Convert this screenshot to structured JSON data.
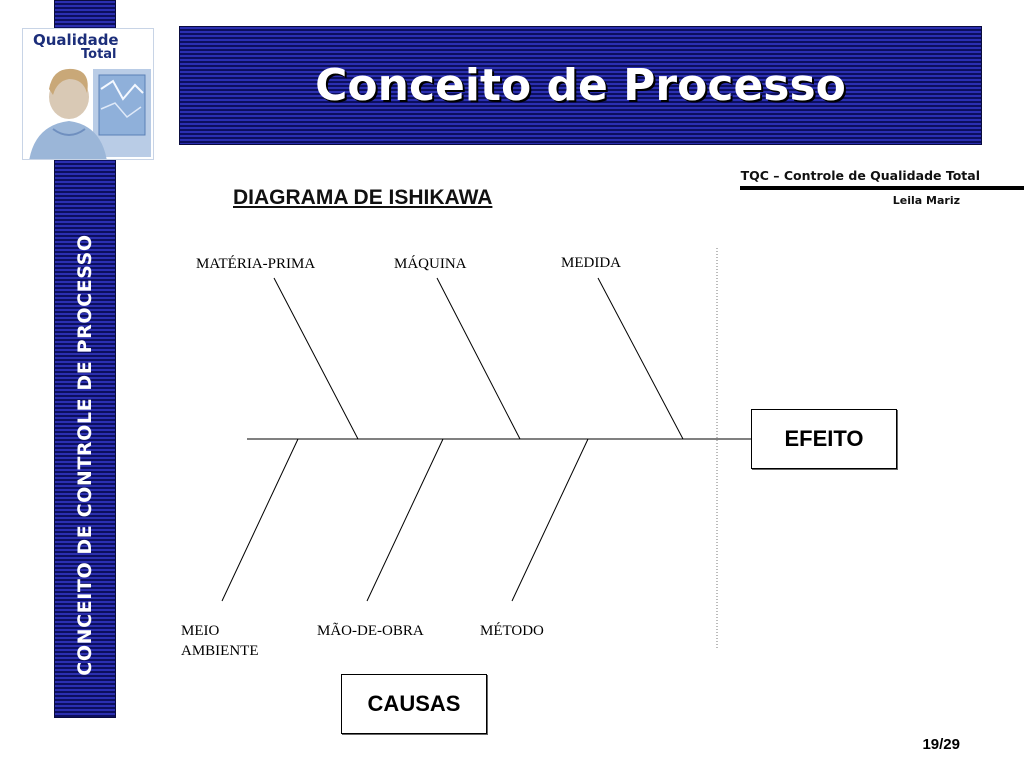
{
  "logo": {
    "line1": "Qualidade",
    "line2": "Total"
  },
  "sidebar": {
    "vertical_text": "CONCEITO DE CONTROLE DE PROCESSO"
  },
  "header": {
    "title": "Conceito de Processo"
  },
  "info": {
    "course": "TQC – Controle de Qualidade Total",
    "author": "Leila Mariz"
  },
  "diagram": {
    "title": "DIAGRAMA DE ISHIKAWA",
    "top_causes": [
      "MATÉRIA-PRIMA",
      "MÁQUINA",
      "MEDIDA"
    ],
    "bottom_causes": [
      "MEIO",
      "AMBIENTE",
      "MÃO-DE-OBRA",
      "MÉTODO"
    ],
    "effect": "EFEITO",
    "causes_box": "CAUSAS"
  },
  "footer": {
    "page": "19/29"
  },
  "colors": {
    "banner_blue": "#1a1d8c",
    "banner_stripe_light": "#2b2fb0",
    "banner_stripe_dark": "#0c0f5e",
    "text": "#000000"
  }
}
